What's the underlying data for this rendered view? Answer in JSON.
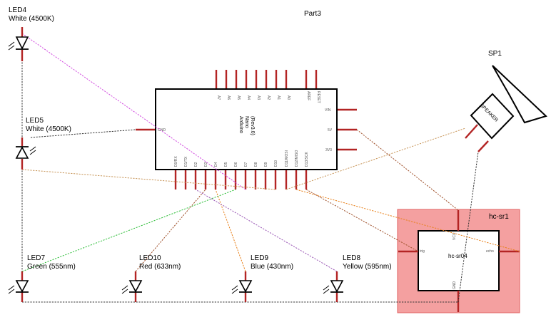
{
  "title": "Part3",
  "arduino": {
    "name_line1": "Arduino",
    "name_line2": "Nano",
    "name_line3": "(Rev3.0)",
    "top_pins": [
      "A7",
      "A6",
      "A5",
      "A4",
      "A3",
      "A2",
      "A1",
      "A0",
      "AREF",
      "RESET"
    ],
    "right_pins": [
      "VIN",
      "5V",
      "3V3"
    ],
    "left_pins": [
      "GND"
    ],
    "bottom_pins": [
      "D0/RX",
      "D1/TX",
      "D2",
      "D3",
      "D4",
      "D5",
      "D6",
      "D7",
      "D8",
      "D9",
      "D10",
      "D11/MOSI",
      "D12/MISO",
      "D13/SCK"
    ]
  },
  "leds": {
    "led4": {
      "ref": "LED4",
      "desc": "White (4500K)"
    },
    "led5": {
      "ref": "LED5",
      "desc": "White (4500K)"
    },
    "led7": {
      "ref": "LED7",
      "desc": "Green (555nm)"
    },
    "led10": {
      "ref": "LED10",
      "desc": "Red (633nm)"
    },
    "led9": {
      "ref": "LED9",
      "desc": "Blue (430nm)"
    },
    "led8": {
      "ref": "LED8",
      "desc": "Yellow (595nm)"
    }
  },
  "speaker": {
    "ref": "SP1",
    "label": "SPEAKER"
  },
  "sensor": {
    "ref": "hc-sr1",
    "name": "hc-sr04",
    "pins": {
      "vcc": "VCC",
      "trig": "trig",
      "echo": "echo",
      "gnd": "GND"
    }
  },
  "colors": {
    "pin": "#b32424",
    "sensor_fill": "#f08080",
    "wire_magenta": "#d24be0",
    "wire_black": "#333333",
    "wire_brown": "#a0522d",
    "wire_orange": "#e8801a",
    "wire_green": "#2fbf3a",
    "wire_violet": "#9b59b6",
    "wire_tan": "#c8965a"
  }
}
